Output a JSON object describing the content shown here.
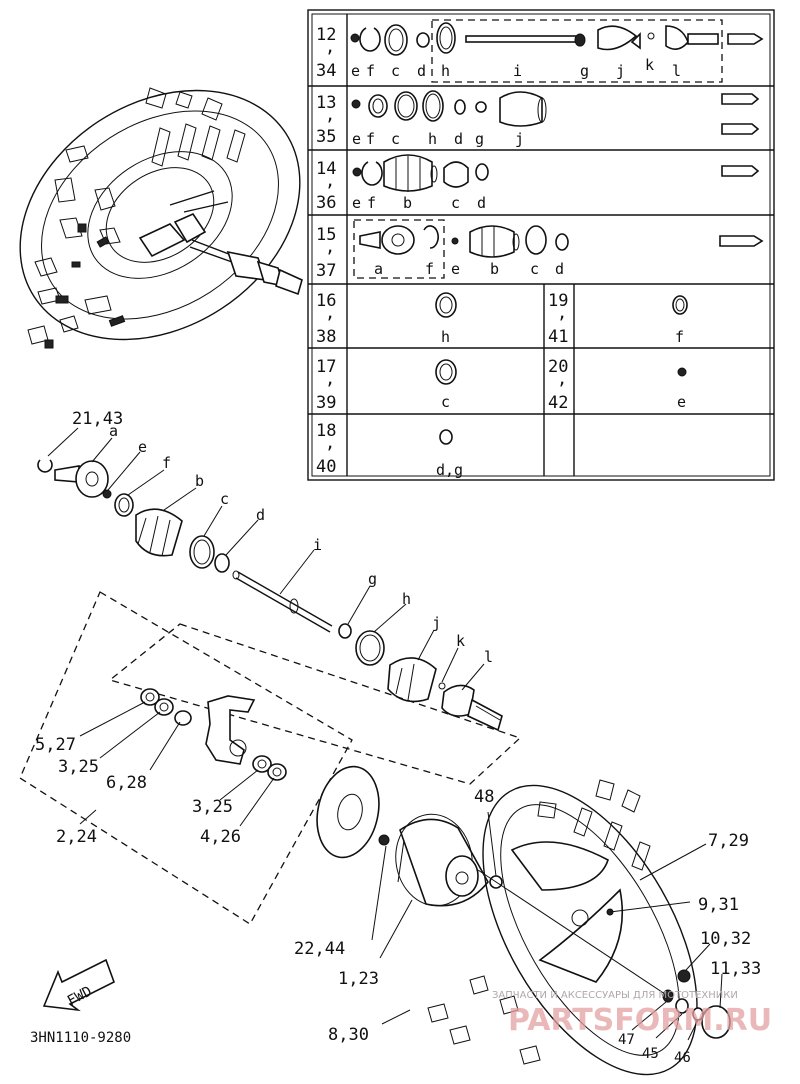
{
  "table": {
    "rows": [
      {
        "top": "12",
        "sep": ",",
        "bottom": "34",
        "letters": [
          "e",
          "f",
          "c",
          "d",
          "h",
          "i",
          "g",
          "j",
          "k",
          "l"
        ]
      },
      {
        "top": "13",
        "sep": ",",
        "bottom": "35",
        "letters": [
          "e",
          "f",
          "c",
          "h",
          "d",
          "g",
          "j"
        ]
      },
      {
        "top": "14",
        "sep": ",",
        "bottom": "36",
        "letters": [
          "e",
          "f",
          "b",
          "c",
          "d"
        ]
      },
      {
        "top": "15",
        "sep": ",",
        "bottom": "37",
        "letters": [
          "a",
          "f",
          "e",
          "b",
          "c",
          "d"
        ]
      },
      {
        "top": "16",
        "sep": ",",
        "bottom": "38",
        "letters": [
          "h"
        ],
        "right": {
          "top": "19",
          "sep": ",",
          "bottom": "41",
          "letters": [
            "f"
          ]
        }
      },
      {
        "top": "17",
        "sep": ",",
        "bottom": "39",
        "letters": [
          "c"
        ],
        "right": {
          "top": "20",
          "sep": ",",
          "bottom": "42",
          "letters": [
            "e"
          ]
        }
      },
      {
        "top": "18",
        "sep": ",",
        "bottom": "40",
        "letters": [
          "d,g"
        ]
      }
    ]
  },
  "shaft_labels": {
    "assembly": "21,43",
    "a": "a",
    "e": "e",
    "f": "f",
    "b": "b",
    "c": "c",
    "d": "d",
    "i": "i",
    "g": "g",
    "h": "h",
    "j": "j",
    "k": "k",
    "l": "l"
  },
  "callouts": {
    "p5_27": "5,27",
    "p3_25a": "3,25",
    "p6_28": "6,28",
    "p3_25b": "3,25",
    "p4_26": "4,26",
    "p2_24": "2,24",
    "p48": "48",
    "p7_29": "7,29",
    "p9_31": "9,31",
    "p10_32": "10,32",
    "p11_33": "11,33",
    "p22_44": "22,44",
    "p1_23": "1,23",
    "p8_30": "8,30",
    "p47": "47",
    "p45": "45",
    "p46": "46"
  },
  "fwd_label": "FWD",
  "diagram_code": "3HN1110-9280",
  "watermark": {
    "small": "ЗАПЧАСТИ И АКСЕССУАРЫ ДЛЯ МОТОТЕХНИКИ",
    "large": "PARTSFORM.RU"
  }
}
